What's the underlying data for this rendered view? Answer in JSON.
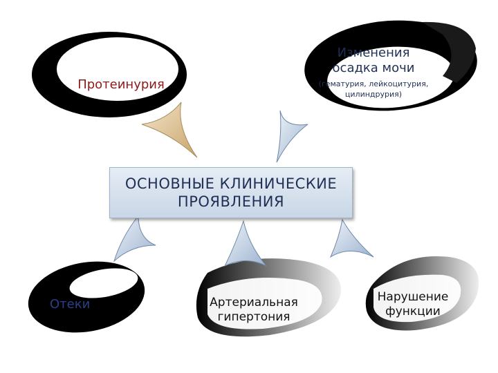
{
  "center": {
    "line1": "ОСНОВНЫЕ КЛИНИЧЕСКИЕ",
    "line2": "ПРОЯВЛЕНИЯ"
  },
  "nodes": {
    "proteinuria": {
      "label": "Протеинурия"
    },
    "urine_sediment": {
      "title_line1": "Изменения",
      "title_line2": "осадка мочи",
      "sub_line1": "(гематурия, лейкоцитурия,",
      "sub_line2": "цилиндрурия)"
    },
    "edema": {
      "label": "Отеки"
    },
    "hypertension": {
      "line1": "Артериальная",
      "line2": "гипертония"
    },
    "function": {
      "line1": "Нарушение",
      "line2": "функции"
    }
  },
  "colors": {
    "proteinuria_text": "#8b1a1a",
    "dark_text": "#1f2f55",
    "edema_text": "#2b3f8a",
    "ring": "#000000",
    "arrow_gold": "#d4b98a",
    "arrow_blue": "#8fa6c4"
  }
}
